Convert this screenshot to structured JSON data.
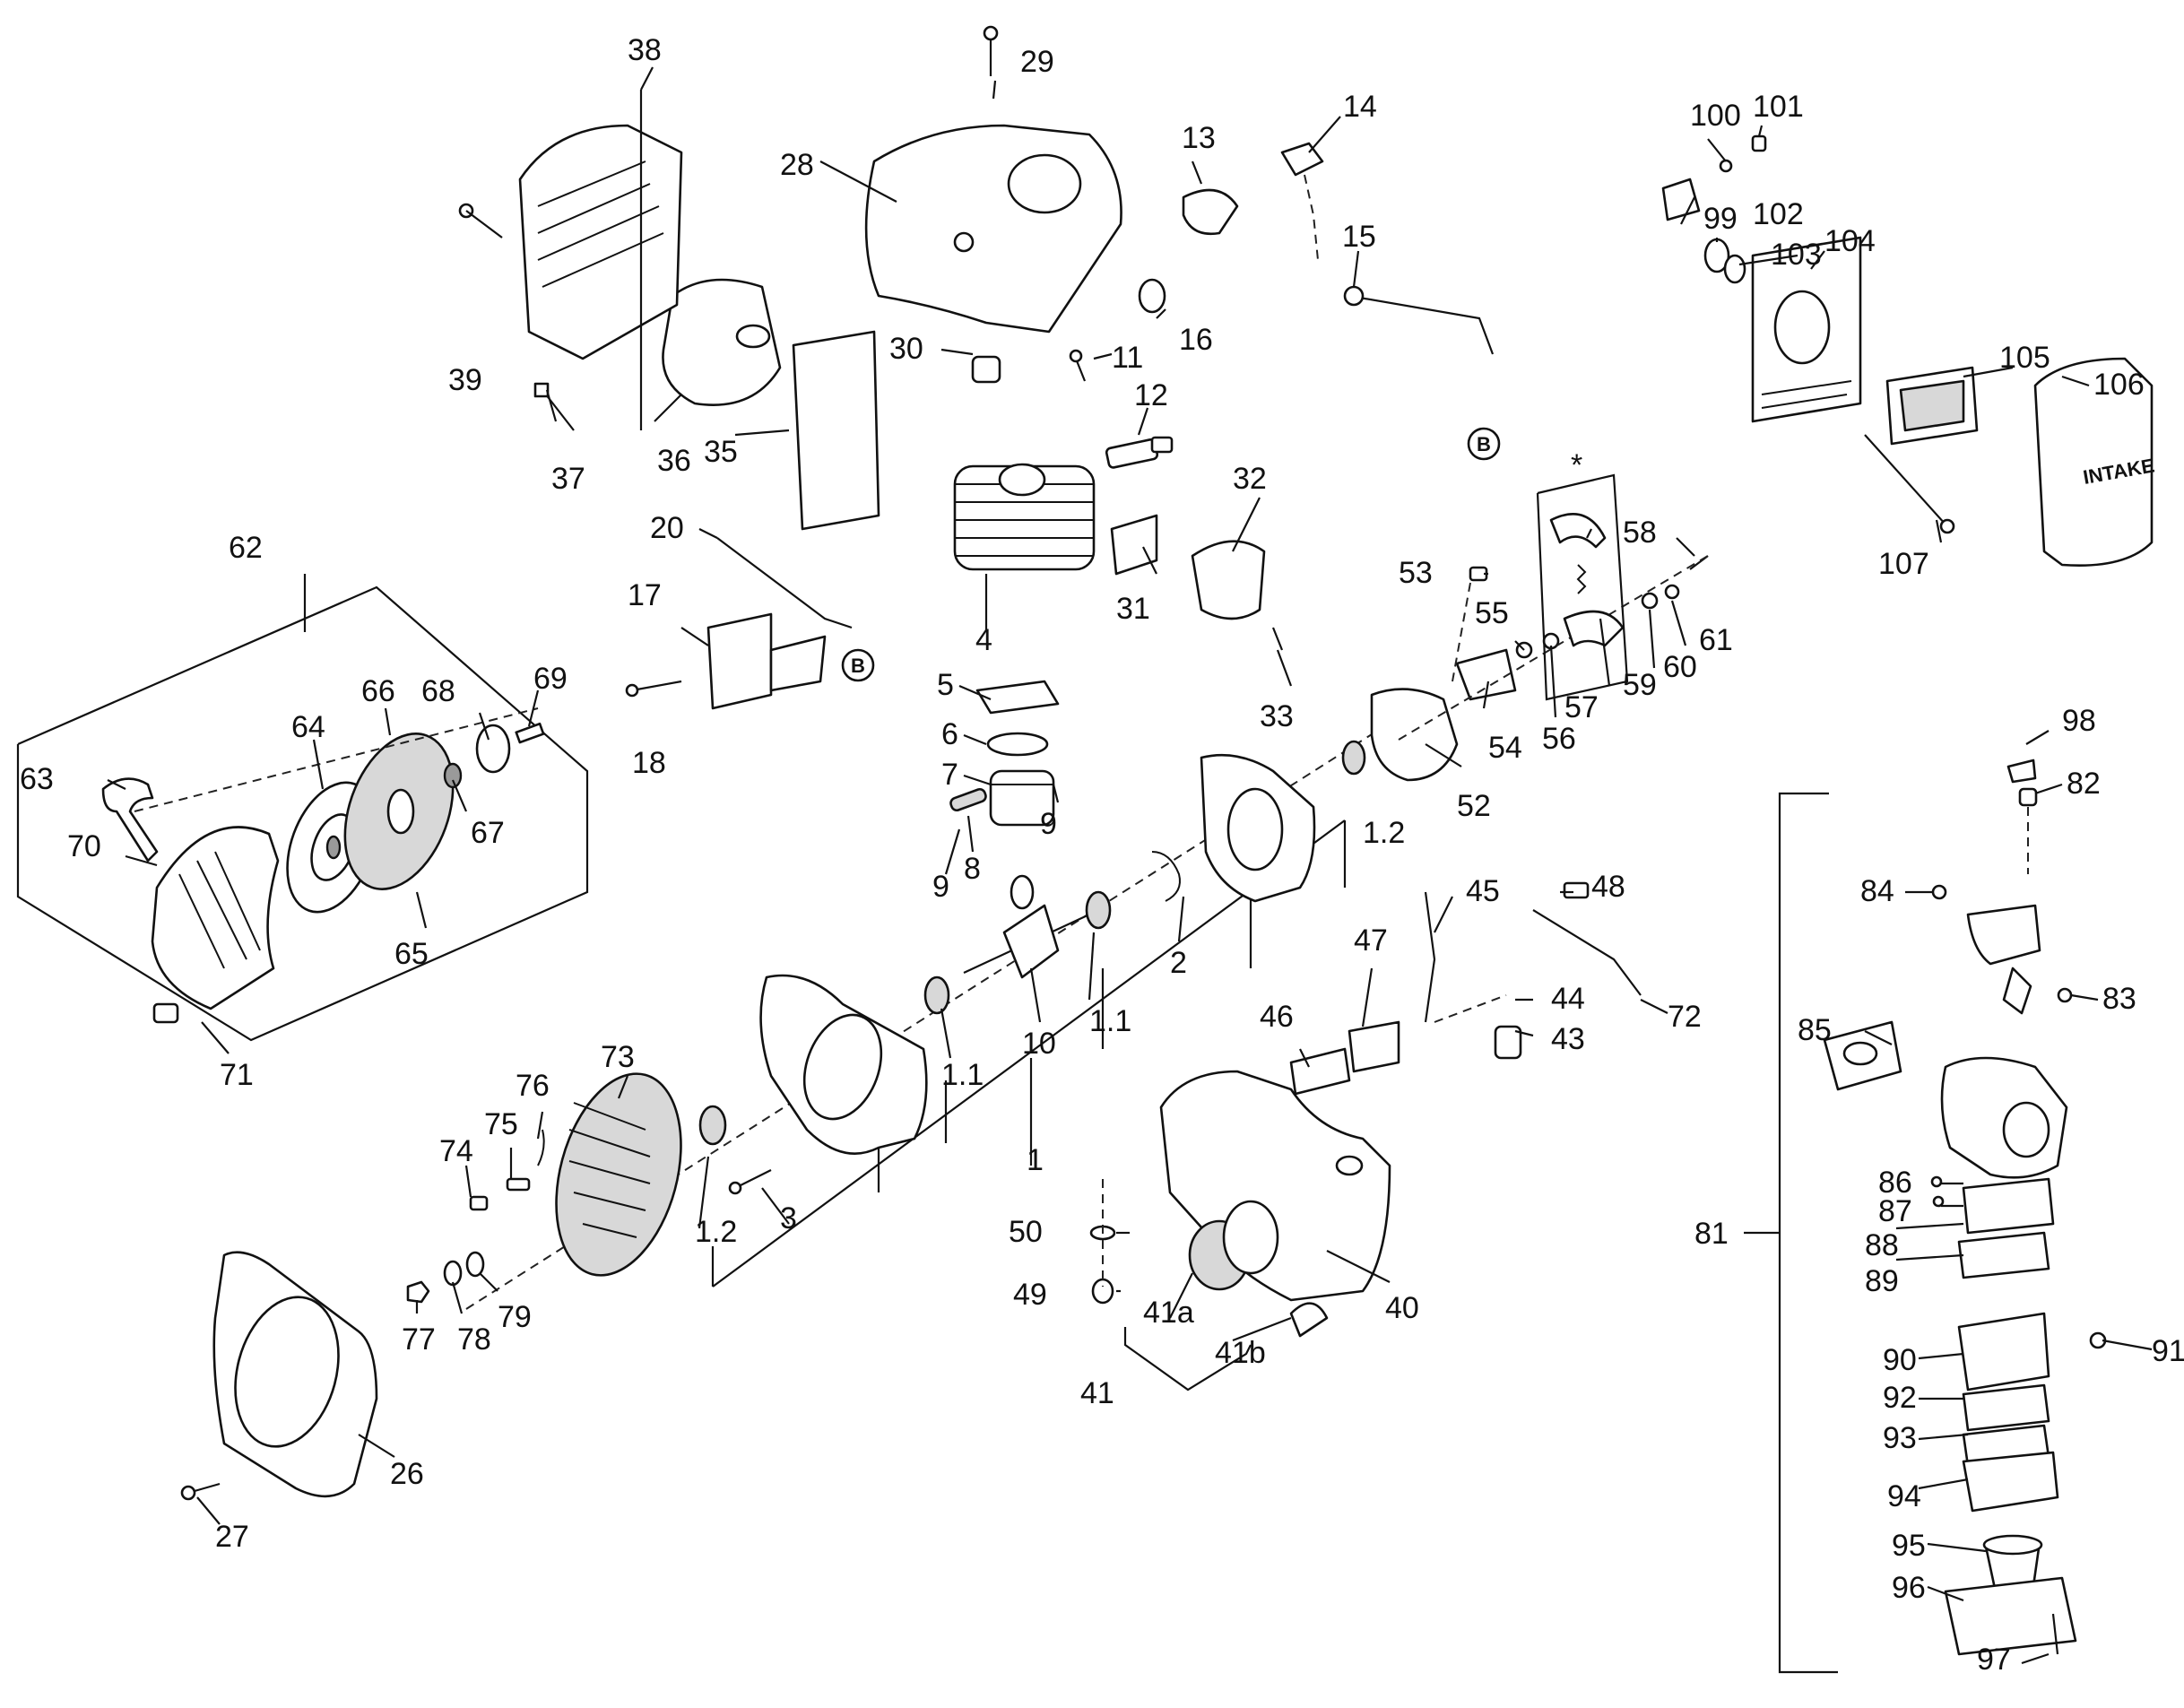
{
  "labels": {
    "l1": "1",
    "l1_1": "1.1",
    "l1_1b": "1.1",
    "l1_2": "1.2",
    "l1_2b": "1.2",
    "l2": "2",
    "l3": "3",
    "l4": "4",
    "l5": "5",
    "l6": "6",
    "l7": "7",
    "l8": "8",
    "l9": "9",
    "l9b": "9",
    "l10": "10",
    "l11": "11",
    "l12": "12",
    "l13": "13",
    "l14": "14",
    "l15": "15",
    "l16": "16",
    "l17": "17",
    "l18": "18",
    "l20": "20",
    "l26": "26",
    "l27": "27",
    "l28": "28",
    "l29": "29",
    "l30": "30",
    "l31": "31",
    "l32": "32",
    "l33": "33",
    "l35": "35",
    "l36": "36",
    "l37": "37",
    "l38": "38",
    "l39": "39",
    "l40": "40",
    "l41": "41",
    "l41a": "41a",
    "l41b": "41b",
    "l43": "43",
    "l44": "44",
    "l45": "45",
    "l46": "46",
    "l47": "47",
    "l48": "48",
    "l49": "49",
    "l50": "50",
    "l52": "52",
    "l53": "53",
    "l54": "54",
    "l55": "55",
    "l56": "56",
    "l57": "57",
    "l58": "58",
    "l59": "59",
    "l60": "60",
    "l61": "61",
    "l62": "62",
    "l63": "63",
    "l64": "64",
    "l65": "65",
    "l66": "66",
    "l67": "67",
    "l68": "68",
    "l69": "69",
    "l70": "70",
    "l71": "71",
    "l72": "72",
    "l73": "73",
    "l74": "74",
    "l75": "75",
    "l76": "76",
    "l77": "77",
    "l78": "78",
    "l79": "79",
    "l81": "81",
    "l82": "82",
    "l83": "83",
    "l84": "84",
    "l85": "85",
    "l86": "86",
    "l87": "87",
    "l88": "88",
    "l89": "89",
    "l90": "90",
    "l91": "91",
    "l92": "92",
    "l93": "93",
    "l94": "94",
    "l95": "95",
    "l96": "96",
    "l97": "97",
    "l98": "98",
    "l99": "99",
    "l100": "100",
    "l101": "101",
    "l102": "102",
    "l103": "103",
    "l104": "104",
    "l105": "105",
    "l106": "106",
    "l107": "107",
    "asterisk": "*"
  },
  "ref_marks": {
    "b1": "B",
    "b2": "B"
  },
  "cover_text": "INTAKE"
}
